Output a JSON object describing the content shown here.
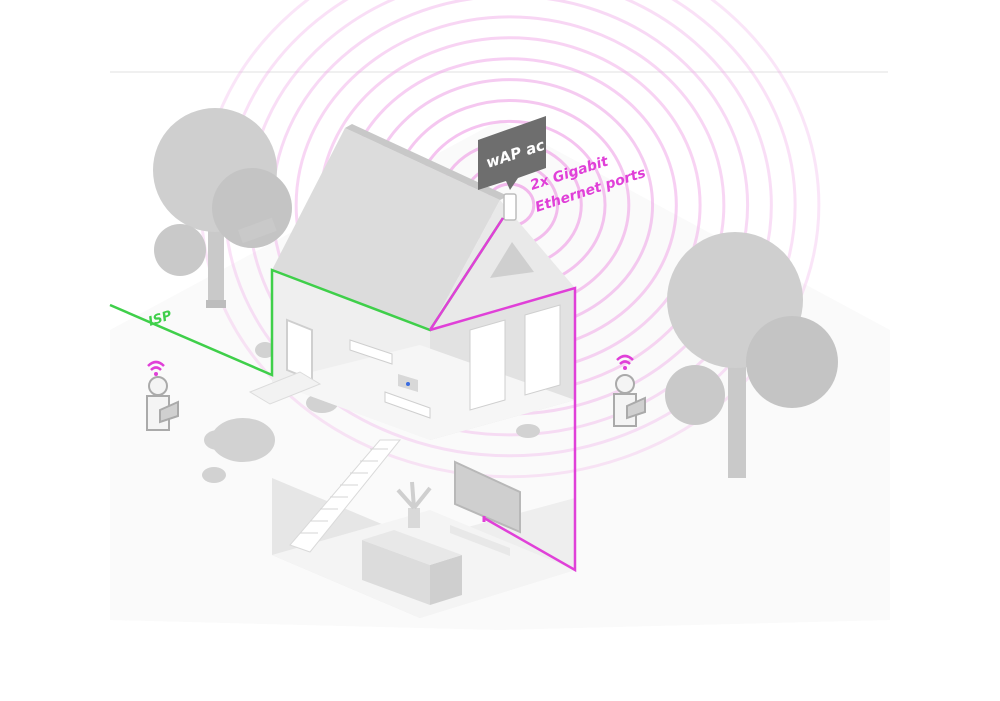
{
  "labels": {
    "device": "wAP ac",
    "ports_line1": "2x Gigabit",
    "ports_line2": "Ethernet ports",
    "isp": "ISP"
  },
  "colors": {
    "magenta": "#e040d8",
    "wave": "#f0a8e8",
    "green": "#3fcf4a",
    "tree": "#c9c9c9",
    "house_light": "#f2f2f2",
    "house_mid": "#e3e3e3",
    "house_dark": "#c8c8c8",
    "callout": "#6e6e6e"
  },
  "icons": [
    "wifi-icon",
    "person-laptop-icon",
    "tree-icon",
    "antenna-icon"
  ]
}
